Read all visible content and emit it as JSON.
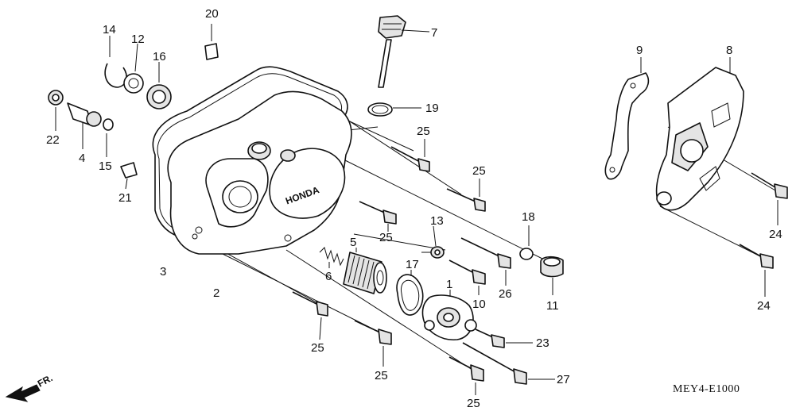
{
  "diagram": {
    "code": "MEY4-E1000",
    "direction": "FR.",
    "callouts": [
      {
        "id": "c20",
        "text": "20"
      },
      {
        "id": "c14",
        "text": "14"
      },
      {
        "id": "c12",
        "text": "12"
      },
      {
        "id": "c16",
        "text": "16"
      },
      {
        "id": "c22",
        "text": "22"
      },
      {
        "id": "c4",
        "text": "4"
      },
      {
        "id": "c15",
        "text": "15"
      },
      {
        "id": "c21",
        "text": "21"
      },
      {
        "id": "c3",
        "text": "3"
      },
      {
        "id": "c2",
        "text": "2"
      },
      {
        "id": "c7",
        "text": "7"
      },
      {
        "id": "c19",
        "text": "19"
      },
      {
        "id": "c25a",
        "text": "25"
      },
      {
        "id": "c25b",
        "text": "25"
      },
      {
        "id": "c25c",
        "text": "25"
      },
      {
        "id": "c25d",
        "text": "25"
      },
      {
        "id": "c25e",
        "text": "25"
      },
      {
        "id": "c25f",
        "text": "25"
      },
      {
        "id": "c13",
        "text": "13"
      },
      {
        "id": "c18",
        "text": "18"
      },
      {
        "id": "c5",
        "text": "5"
      },
      {
        "id": "c6",
        "text": "6"
      },
      {
        "id": "c17",
        "text": "17"
      },
      {
        "id": "c1",
        "text": "1"
      },
      {
        "id": "c10",
        "text": "10"
      },
      {
        "id": "c26",
        "text": "26"
      },
      {
        "id": "c11",
        "text": "11"
      },
      {
        "id": "c23",
        "text": "23"
      },
      {
        "id": "c27",
        "text": "27"
      },
      {
        "id": "c9",
        "text": "9"
      },
      {
        "id": "c8",
        "text": "8"
      },
      {
        "id": "c24a",
        "text": "24"
      },
      {
        "id": "c24b",
        "text": "24"
      }
    ],
    "brand_embossing": "HONDA"
  }
}
